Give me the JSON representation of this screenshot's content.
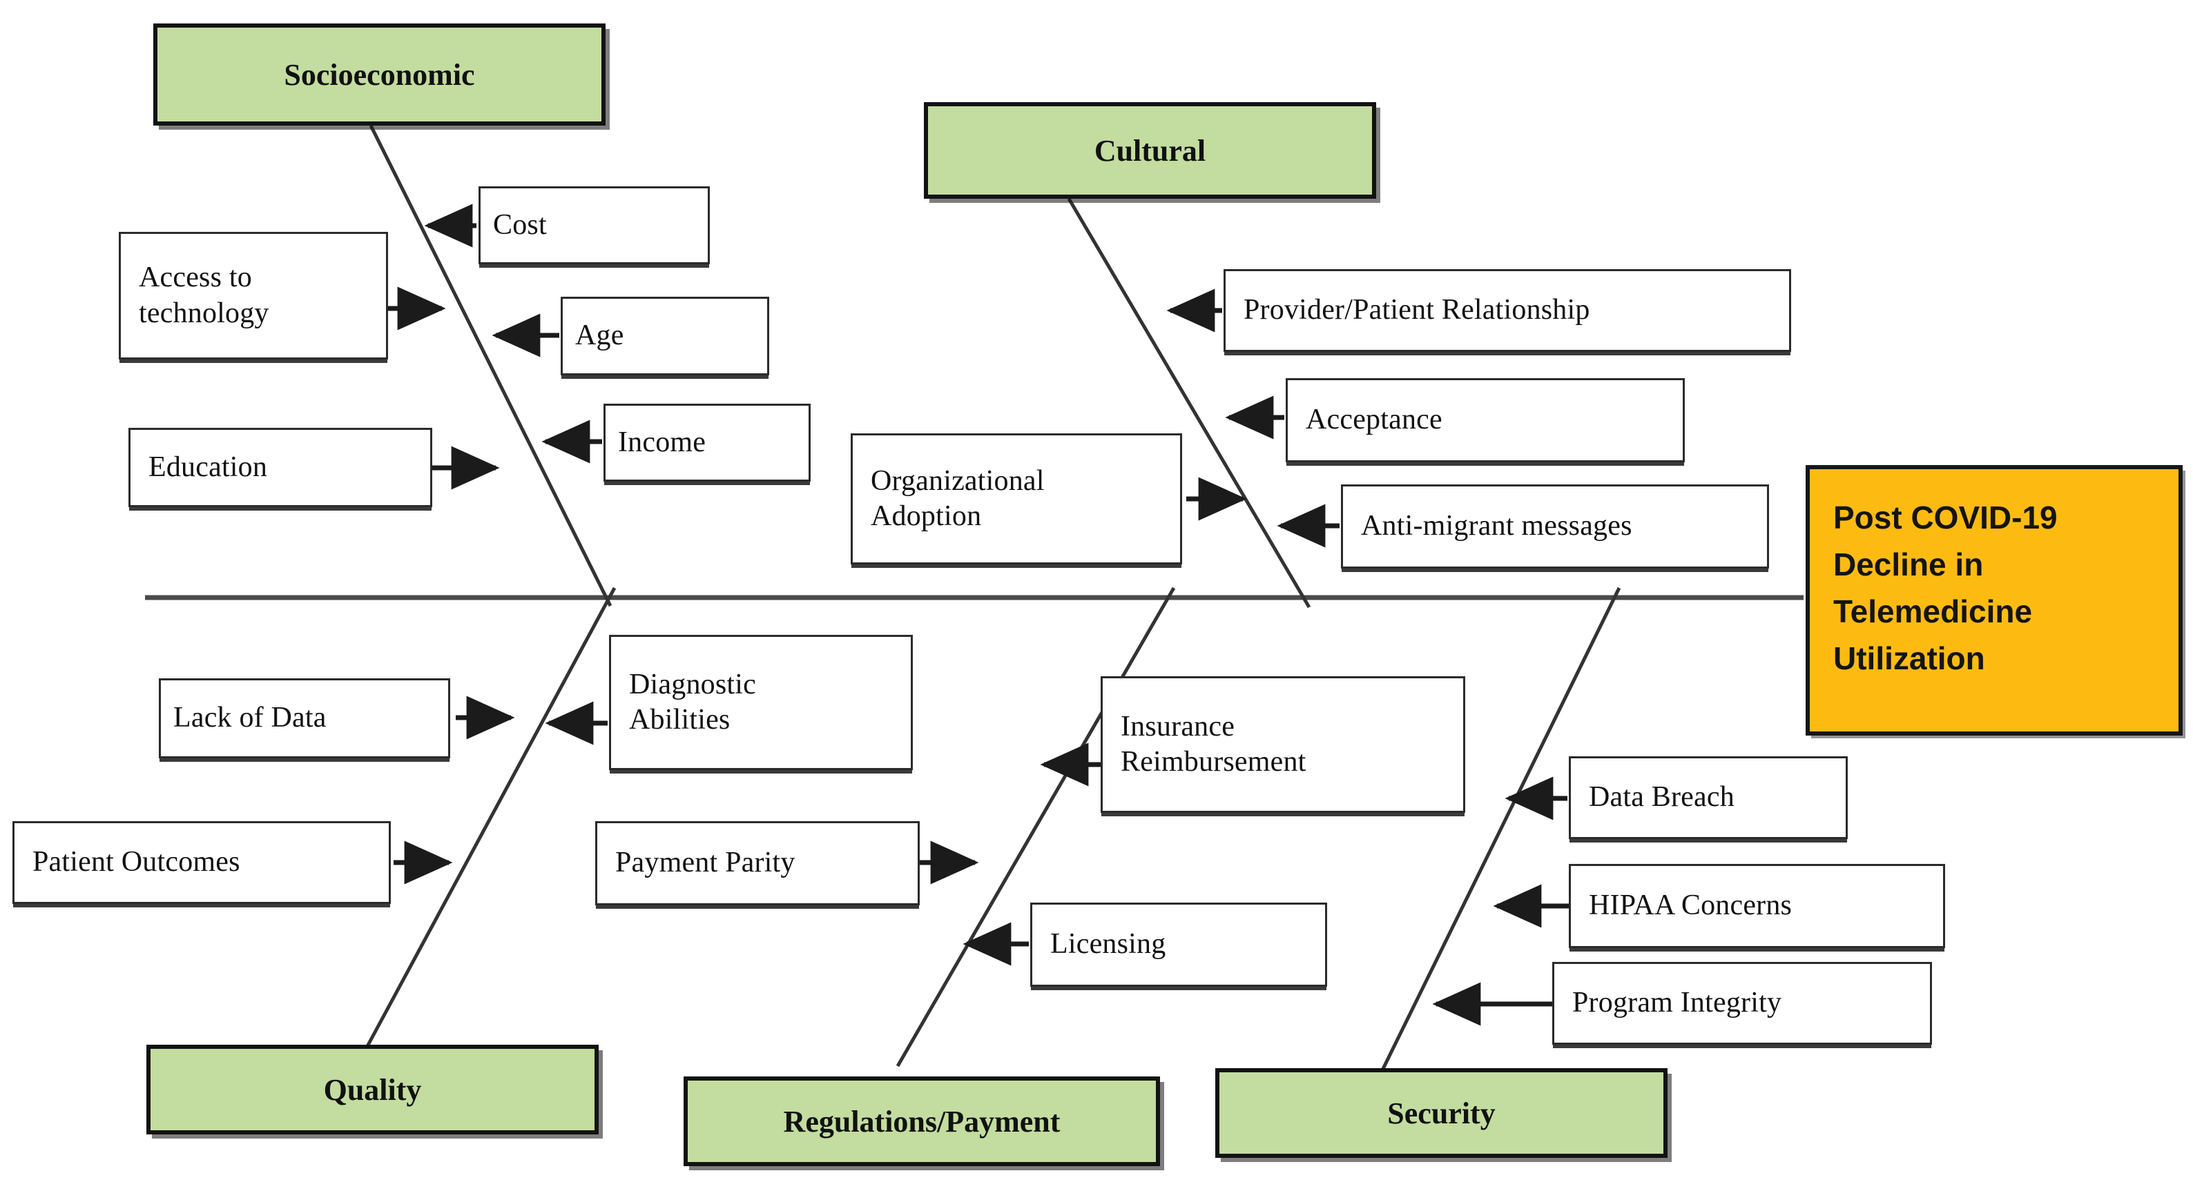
{
  "diagram": {
    "type": "fishbone-ishikawa",
    "effect": {
      "label": "Post COVID-19 Decline in Telemedicine Utilization",
      "lines": [
        "Post COVID-19",
        "Decline in",
        "Telemedicine",
        "Utilization"
      ],
      "color": "#fdbb12"
    },
    "colors": {
      "category_fill": "#c3dc9f",
      "effect_fill": "#fdbb12",
      "box_fill": "#ffffff",
      "line": "#2b2b2b",
      "text": "#111111"
    },
    "categories": [
      {
        "id": "socioeconomic",
        "label": "Socioeconomic",
        "position": "top-left",
        "causes": [
          {
            "label": "Cost",
            "lines": [
              "Cost"
            ],
            "side": "right"
          },
          {
            "label": "Access to technology",
            "lines": [
              "Access to",
              "technology"
            ],
            "side": "left"
          },
          {
            "label": "Age",
            "lines": [
              "Age"
            ],
            "side": "right"
          },
          {
            "label": "Income",
            "lines": [
              "Income"
            ],
            "side": "right"
          },
          {
            "label": "Education",
            "lines": [
              "Education"
            ],
            "side": "left"
          }
        ]
      },
      {
        "id": "cultural",
        "label": "Cultural",
        "position": "top-right",
        "causes": [
          {
            "label": "Provider/Patient Relationship",
            "lines": [
              "Provider/Patient Relationship"
            ],
            "side": "right"
          },
          {
            "label": "Acceptance",
            "lines": [
              "Acceptance"
            ],
            "side": "right"
          },
          {
            "label": "Organizational Adoption",
            "lines": [
              "Organizational",
              "Adoption"
            ],
            "side": "left"
          },
          {
            "label": "Anti-migrant messages",
            "lines": [
              "Anti-migrant messages"
            ],
            "side": "right"
          }
        ]
      },
      {
        "id": "quality",
        "label": "Quality",
        "position": "bottom-left",
        "causes": [
          {
            "label": "Lack of Data",
            "lines": [
              "Lack of Data"
            ],
            "side": "left"
          },
          {
            "label": "Diagnostic Abilities",
            "lines": [
              "Diagnostic",
              "Abilities"
            ],
            "side": "right"
          },
          {
            "label": "Patient Outcomes",
            "lines": [
              "Patient Outcomes"
            ],
            "side": "left"
          }
        ]
      },
      {
        "id": "regulations-payment",
        "label": "Regulations/Payment",
        "position": "bottom-center",
        "causes": [
          {
            "label": "Insurance Reimbursement",
            "lines": [
              "Insurance",
              "Reimbursement"
            ],
            "side": "right"
          },
          {
            "label": "Payment Parity",
            "lines": [
              "Payment Parity"
            ],
            "side": "left"
          },
          {
            "label": "Licensing",
            "lines": [
              "Licensing"
            ],
            "side": "right"
          }
        ]
      },
      {
        "id": "security",
        "label": "Security",
        "position": "bottom-right",
        "causes": [
          {
            "label": "Data Breach",
            "lines": [
              "Data Breach"
            ],
            "side": "right"
          },
          {
            "label": "HIPAA Concerns",
            "lines": [
              "HIPAA Concerns"
            ],
            "side": "right"
          },
          {
            "label": "Program Integrity",
            "lines": [
              "Program Integrity"
            ],
            "side": "right"
          }
        ]
      }
    ]
  }
}
